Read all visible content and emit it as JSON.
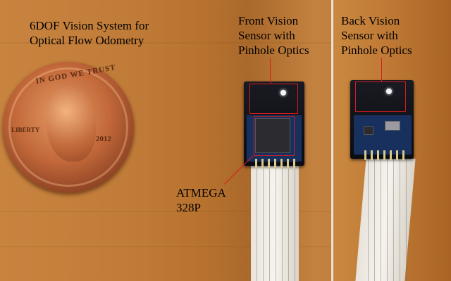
{
  "captions": {
    "title": "6DOF Vision System for\nOptical Flow Odometry",
    "front_sensor": "Front Vision\nSensor with\nPinhole Optics",
    "back_sensor": "Back Vision\nSensor with\nPinhole Optics",
    "chip": "ATMEGA\n328P"
  },
  "coin": {
    "motto": "IN GOD WE TRUST",
    "liberty": "LIBERTY",
    "year": "2012"
  },
  "colors": {
    "annotation": "#d81c1c",
    "background_wood": "#c07b38",
    "board": "#0b0c12",
    "cable": "#f0ece4"
  }
}
